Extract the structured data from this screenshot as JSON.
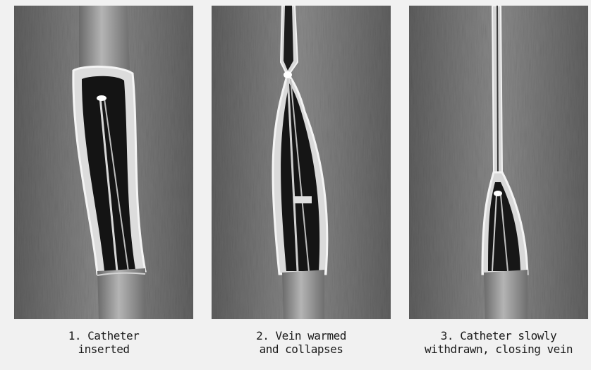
{
  "steps": [
    {
      "caption": "1. Catheter\ninserted"
    },
    {
      "caption": "2. Vein warmed\nand collapses"
    },
    {
      "caption": "3. Catheter slowly\nwithdrawn, closing vein"
    }
  ],
  "colors": {
    "tissue": "#7a7a7a",
    "vein_wall": "#e6e6e6",
    "lumen": "#141414",
    "catheter": "#9a9a9a"
  }
}
